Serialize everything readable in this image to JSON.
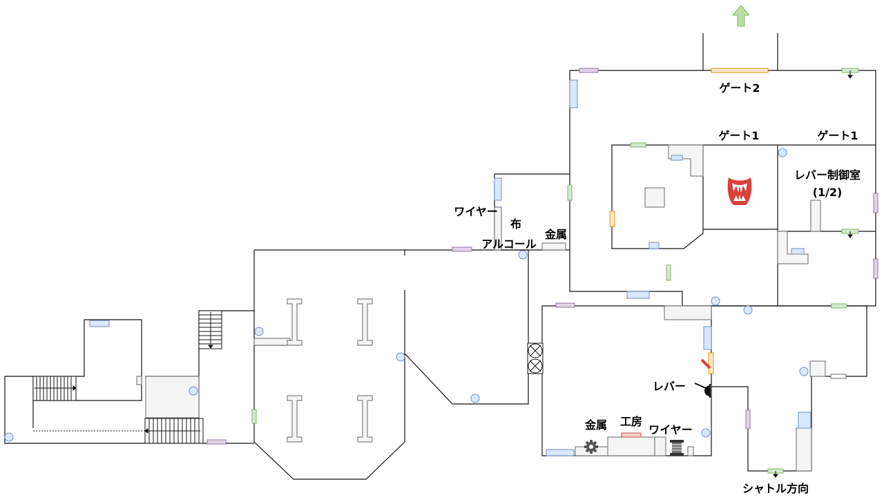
{
  "labels": {
    "gate2": "ゲート2",
    "gate1_left": "ゲート1",
    "gate1_right": "ゲート1",
    "lever_room": "レバー制御室",
    "lever_room_count": "(1/2)",
    "wire_top": "ワイヤー",
    "cloth": "布",
    "alcohol": "アルコール",
    "metal_top": "金属",
    "lever": "レバー",
    "metal_bottom": "金属",
    "workshop": "工房",
    "wire_bottom": "ワイヤー",
    "shuttle_direction": "シャトル方向"
  },
  "colors": {
    "wall": "#111111",
    "door_purple_fill": "#e1d5e7",
    "door_purple_stroke": "#9673a6",
    "door_green_fill": "#d5e8d4",
    "door_green_stroke": "#82b366",
    "door_blue_fill": "#dae8fc",
    "door_blue_stroke": "#6c8ebf",
    "door_orange_fill": "#ffe6cc",
    "door_orange_stroke": "#d79b00",
    "furniture_fill": "#f5f5f5",
    "furniture_stroke": "#666666",
    "exit_arrow": "#b9e0a5",
    "monster": "#d9413b",
    "workshop_marker": "#f8cecc"
  },
  "icons": {
    "exit": "exit-arrow-icon",
    "monster": "fangs-mouth-icon",
    "lever": "lever-icon",
    "gear": "gear-icon",
    "spool": "wire-spool-icon",
    "hiding_spot": "circle-marker-icon"
  }
}
